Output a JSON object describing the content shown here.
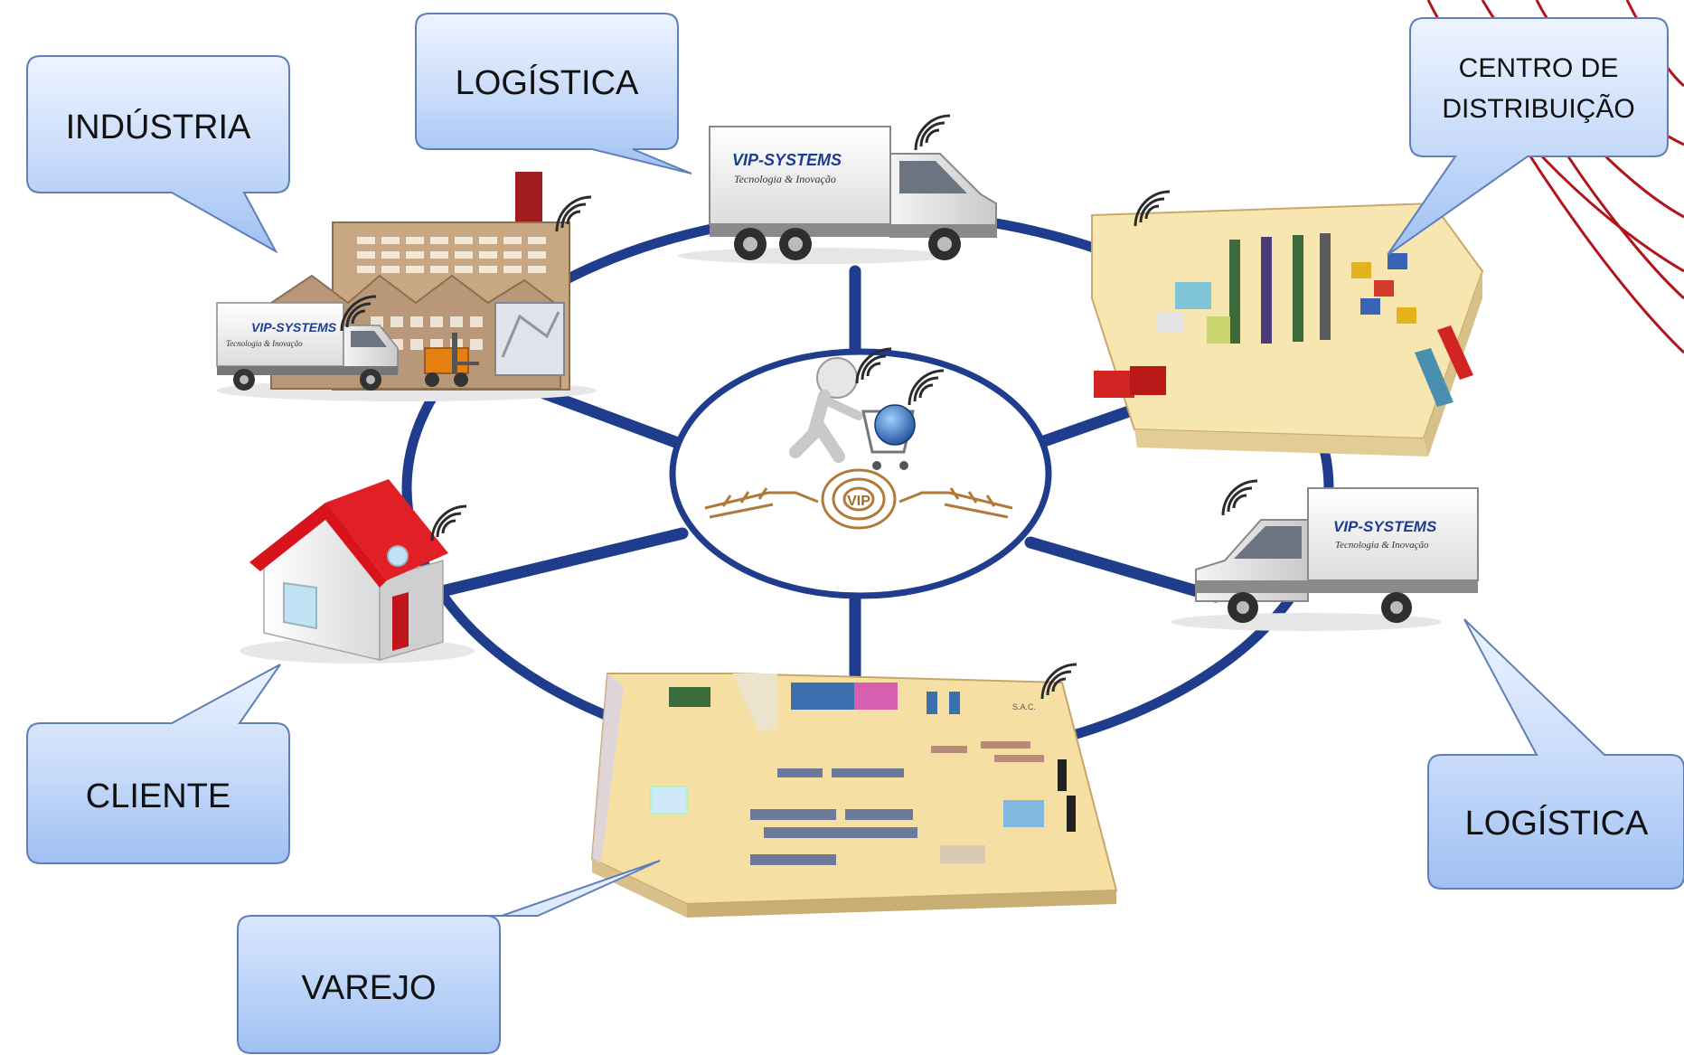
{
  "callouts": {
    "industria": "INDÚSTRIA",
    "logistica_top": "LOGÍSTICA",
    "centro_line1": "CENTRO DE",
    "centro_line2": "DISTRIBUIÇÃO",
    "cliente": "CLIENTE",
    "varejo": "VAREJO",
    "logistica_right": "LOGÍSTICA"
  },
  "truck_brand": {
    "name": "VIP-SYSTEMS",
    "tagline": "Tecnologia & Inovação"
  },
  "hub_logo_text": "VIP",
  "store_sign": "S.A.C.",
  "colors": {
    "ring": "#1f3d8c",
    "callout_top": "#eef4ff",
    "callout_bottom": "#9fc0f2",
    "callout_stroke": "#5f7fb8",
    "accent_red": "#b0141c",
    "roof_red": "#d8131b",
    "floor": "#f8e6b0"
  }
}
